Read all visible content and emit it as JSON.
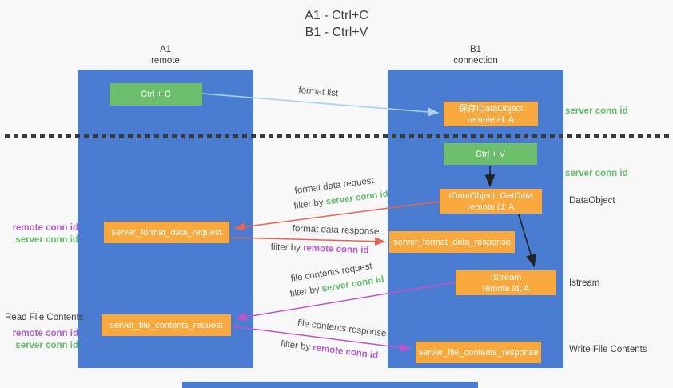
{
  "title": {
    "line1": "A1 - Ctrl+C",
    "line2": "B1 - Ctrl+V"
  },
  "lifelines": {
    "a1": {
      "name": "A1",
      "role": "remote"
    },
    "b1": {
      "name": "B1",
      "role": "connection"
    }
  },
  "nodes": {
    "ctrl_c": "Ctrl + C",
    "ctrl_v": "Ctrl + V",
    "save_dataobject": {
      "line1": "保存IDataObject",
      "line2": "remote id: A"
    },
    "getdata": {
      "line1": "IDataObject::GetData",
      "line2": "remote id: A"
    },
    "istream": {
      "line1": "IStream",
      "line2": "remote id: A"
    },
    "format_request": "server_format_data_request",
    "format_response": "server_format_data_response",
    "file_request": "server_file_contents_request",
    "file_response": "server_file_contents_response"
  },
  "arrow_labels": {
    "format_list": "format list",
    "format_data_request": "format data request",
    "format_data_response": "format data response",
    "file_contents_request": "file contents request",
    "file_contents_response": "file contents response",
    "filter_by": "filter by",
    "server_conn_id": "server conn id",
    "remote_conn_id": "remote conn id"
  },
  "side_labels": {
    "server_conn_id": "server conn id",
    "remote_conn_id": "remote conn id",
    "dataobject": "DataObject",
    "istream": "Istream",
    "read_file_contents": "Read File Contents",
    "write_file_contents": "Write File Contents"
  },
  "colors": {
    "lifeline_blue": "#4a7dd2",
    "box_green": "#6dbf6e",
    "box_orange": "#f8a83c",
    "label_green": "#62bd6a",
    "label_purple": "#b55bce",
    "arrow_red": "#e96450",
    "arrow_magenta": "#c751c9",
    "arrow_lightblue": "#a8d2ee",
    "arrow_black": "#222222"
  }
}
